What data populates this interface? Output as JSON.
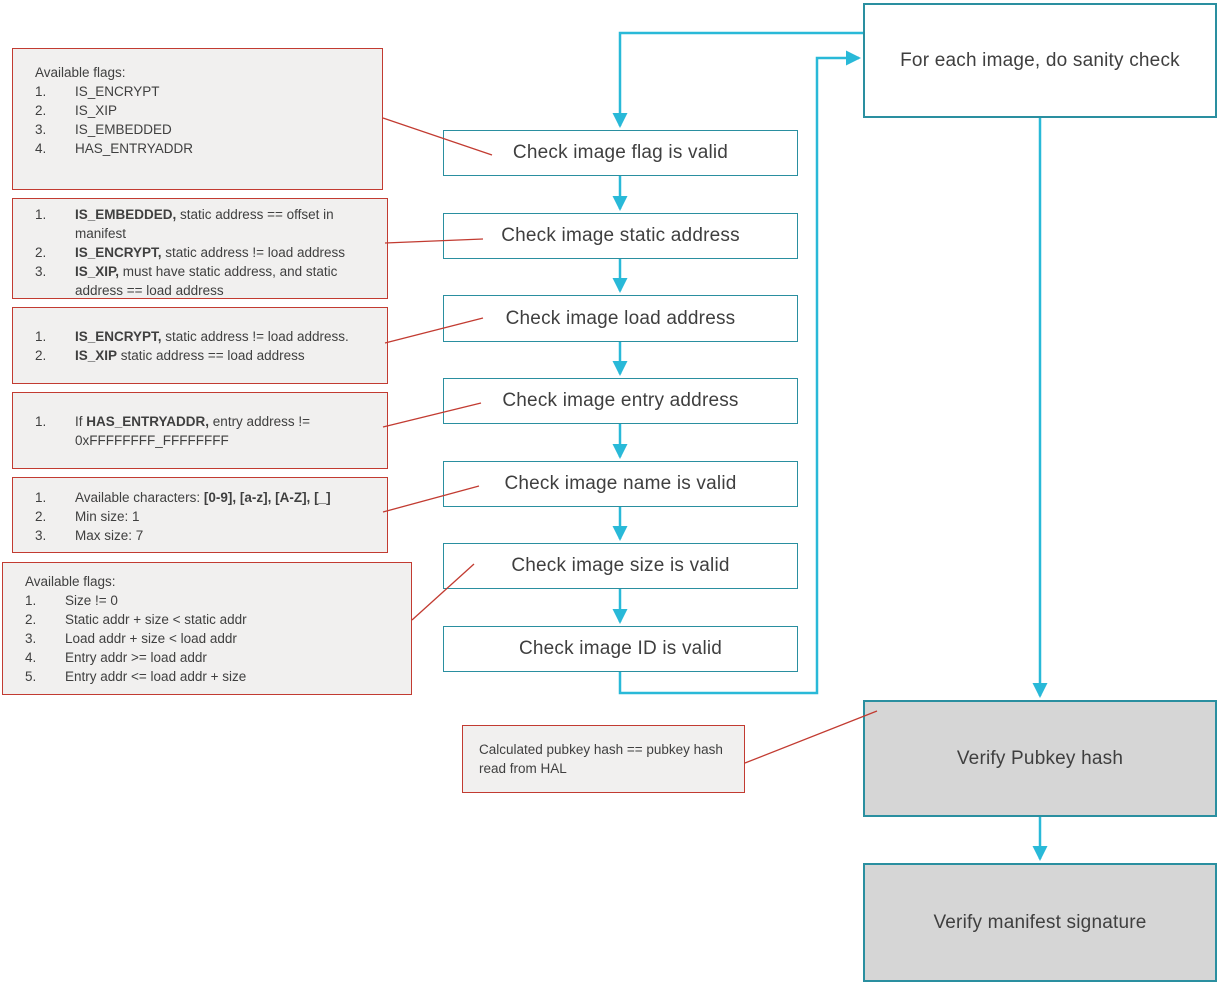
{
  "palette": {
    "teal_border": "#2a8fa0",
    "cyan_arrow": "#29b9d8",
    "red_annotation": "#c23b31",
    "note_fill": "#f1f0ef",
    "gray_fill": "#d6d6d6",
    "text": "#3f3f3f"
  },
  "flow": {
    "start": {
      "label": "For each image, do sanity check"
    },
    "checks": [
      {
        "label": "Check image flag is valid"
      },
      {
        "label": "Check image static address"
      },
      {
        "label": "Check image load address"
      },
      {
        "label": "Check image entry address"
      },
      {
        "label": "Check image name is valid"
      },
      {
        "label": "Check image size is valid"
      },
      {
        "label": "Check image ID is valid"
      }
    ],
    "verify_pubkey": {
      "label": "Verify Pubkey hash"
    },
    "verify_manifest": {
      "label": "Verify manifest signature"
    }
  },
  "notes": [
    {
      "title": "Available flags:",
      "items": [
        {
          "num": "1.",
          "pre": "IS_ENCRYPT"
        },
        {
          "num": "2.",
          "pre": "IS_XIP"
        },
        {
          "num": "3.",
          "pre": "IS_EMBEDDED"
        },
        {
          "num": "4.",
          "pre": "HAS_ENTRYADDR"
        }
      ]
    },
    {
      "items": [
        {
          "num": "1.",
          "strong": "IS_EMBEDDED,",
          "post": " static address == offset in manifest"
        },
        {
          "num": "2.",
          "strong": "IS_ENCRYPT,",
          "post": " static address != load address"
        },
        {
          "num": "3.",
          "strong": "IS_XIP,",
          "post": " must have static address, and static address == load address"
        }
      ]
    },
    {
      "items": [
        {
          "num": "1.",
          "strong": "IS_ENCRYPT,",
          "post": " static address != load address."
        },
        {
          "num": "2.",
          "strong": "IS_XIP",
          "post": " static address == load address"
        }
      ]
    },
    {
      "items": [
        {
          "num": "1.",
          "pre": "If ",
          "strong": "HAS_ENTRYADDR,",
          "post": " entry address != 0xFFFFFFFF_FFFFFFFF"
        }
      ]
    },
    {
      "items": [
        {
          "num": "1.",
          "pre": "Available characters: ",
          "strong": "[0-9], [a-z], [A-Z], [_]"
        },
        {
          "num": "2.",
          "pre": "Min size: 1"
        },
        {
          "num": "3.",
          "pre": "Max size: 7"
        }
      ]
    },
    {
      "title": "Available flags:",
      "items": [
        {
          "num": "1.",
          "pre": "Size != 0"
        },
        {
          "num": "2.",
          "pre": "Static addr + size < static addr"
        },
        {
          "num": "3.",
          "pre": "Load addr + size < load addr"
        },
        {
          "num": "4.",
          "pre": "Entry addr >= load addr"
        },
        {
          "num": "5.",
          "pre": "Entry addr <= load addr + size"
        }
      ]
    }
  ],
  "pubkey_note": {
    "text": "Calculated pubkey hash == pubkey hash read from HAL"
  }
}
